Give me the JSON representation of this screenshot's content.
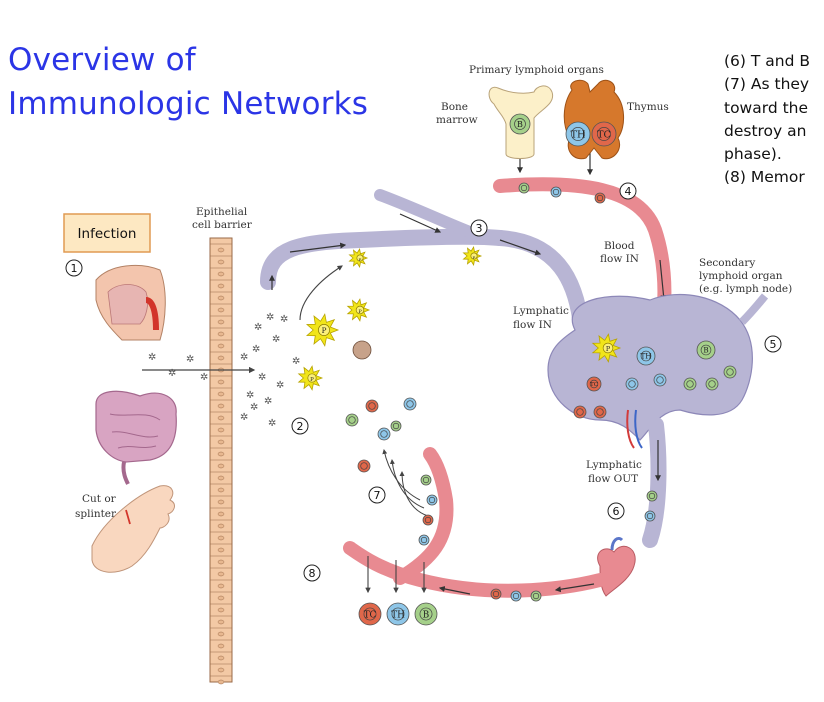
{
  "title": {
    "line1": "Overview of",
    "line2": "Immunologic Networks"
  },
  "notes": {
    "lines": [
      "(6) T and B",
      "(7) As they",
      "toward the",
      "destroy an",
      "phase).",
      "(8) Memor"
    ]
  },
  "diagram": {
    "infection_label": "Infection",
    "epithelial_label": [
      "Epithelial",
      "cell barrier"
    ],
    "primary_organs_label": "Primary lymphoid organs",
    "bone_marrow_label": [
      "Bone",
      "marrow"
    ],
    "thymus_label": "Thymus",
    "blood_flow_label": [
      "Blood",
      "flow IN"
    ],
    "lymphatic_in_label": [
      "Lymphatic",
      "flow IN"
    ],
    "secondary_organ_label": [
      "Secondary",
      "lymphoid organ",
      "(e.g. lymph node)"
    ],
    "lymphatic_out_label": [
      "Lymphatic",
      "flow OUT"
    ],
    "cut_label": [
      "Cut or",
      "splinter"
    ],
    "step_numbers": [
      "1",
      "2",
      "3",
      "4",
      "5",
      "6",
      "7",
      "8"
    ],
    "cell_labels": {
      "b": "B",
      "th": "TH",
      "tc": "TC",
      "p": "P"
    },
    "colors": {
      "title": "#2b35e6",
      "lymph_vessel": "#b8b5d4",
      "blood_vessel": "#e88a91",
      "b_cell": "#a5d08a",
      "th_cell": "#8ec6e8",
      "tc_cell": "#e0674a",
      "apc": "#f1e51a",
      "infection_box": "#fde8c2"
    }
  }
}
